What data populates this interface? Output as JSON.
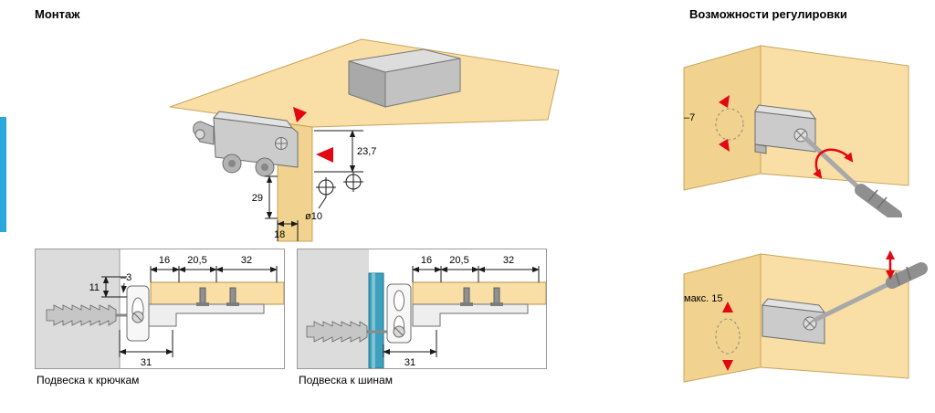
{
  "page": {
    "title_montage": "Монтаж",
    "title_adjust": "Возможности регулировки"
  },
  "main_diagram": {
    "dim_edge_distance": "23,7",
    "dim_height": "29",
    "dim_side_offset": "18",
    "drill_label": "ø10"
  },
  "hooks_panel": {
    "caption": "Подвеска к крючкам",
    "dims_top": [
      "16",
      "20,5",
      "32"
    ],
    "dim_vertical": "11",
    "dim_gap": "–3",
    "dim_bottom": "31"
  },
  "rails_panel": {
    "caption": "Подвеска к шинам",
    "dims_top": [
      "16",
      "20,5",
      "32"
    ],
    "dim_bottom": "31"
  },
  "adjustment": {
    "depth_label": "–7",
    "height_label": "макс. 15"
  },
  "colors": {
    "wood_light": "#f9dfa6",
    "wood_shade": "#f1d28e",
    "hardware_gray": "#c9c9c9",
    "wall_gray": "#dcdcdc",
    "arrow_red": "#e30613",
    "rail_blue": "#3da0bc",
    "side_tab_blue": "#29a8dc"
  }
}
